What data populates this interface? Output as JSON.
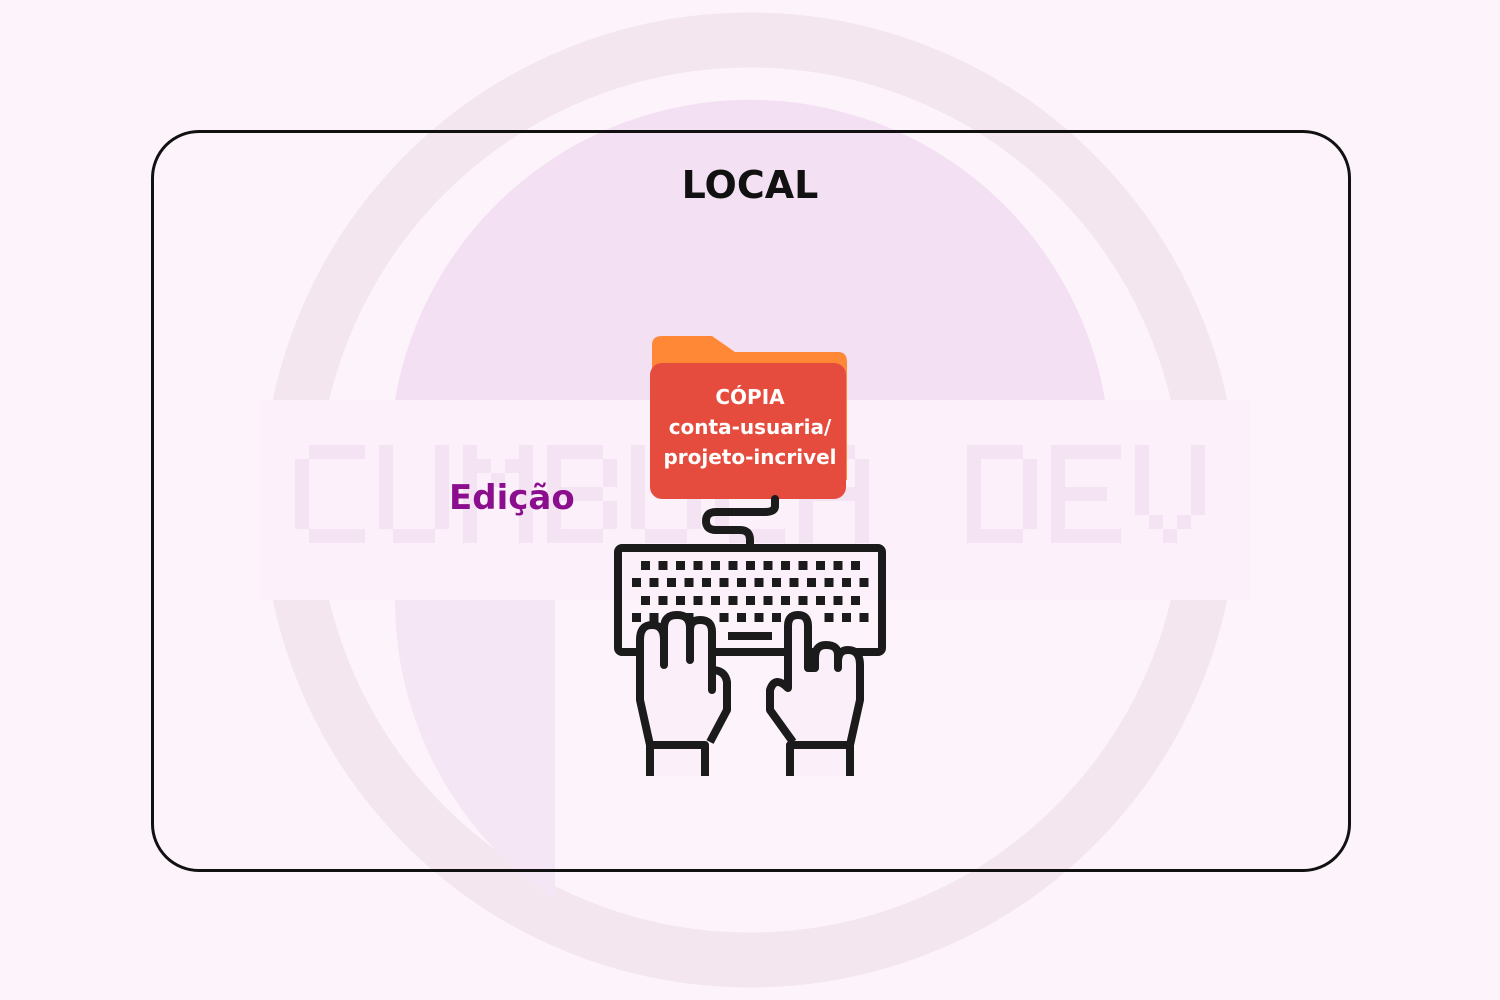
{
  "title": "LOCAL",
  "label": "Edição",
  "folder": {
    "heading": "CÓPIA",
    "line1": "conta-usuaria/",
    "line2": "projeto-incrivel"
  },
  "watermark": "CUMBUCA DEV",
  "colors": {
    "folder_back": "#ff8836",
    "folder_front": "#e54c3e",
    "label": "#8a0e8e",
    "ink": "#1b1b1b"
  }
}
